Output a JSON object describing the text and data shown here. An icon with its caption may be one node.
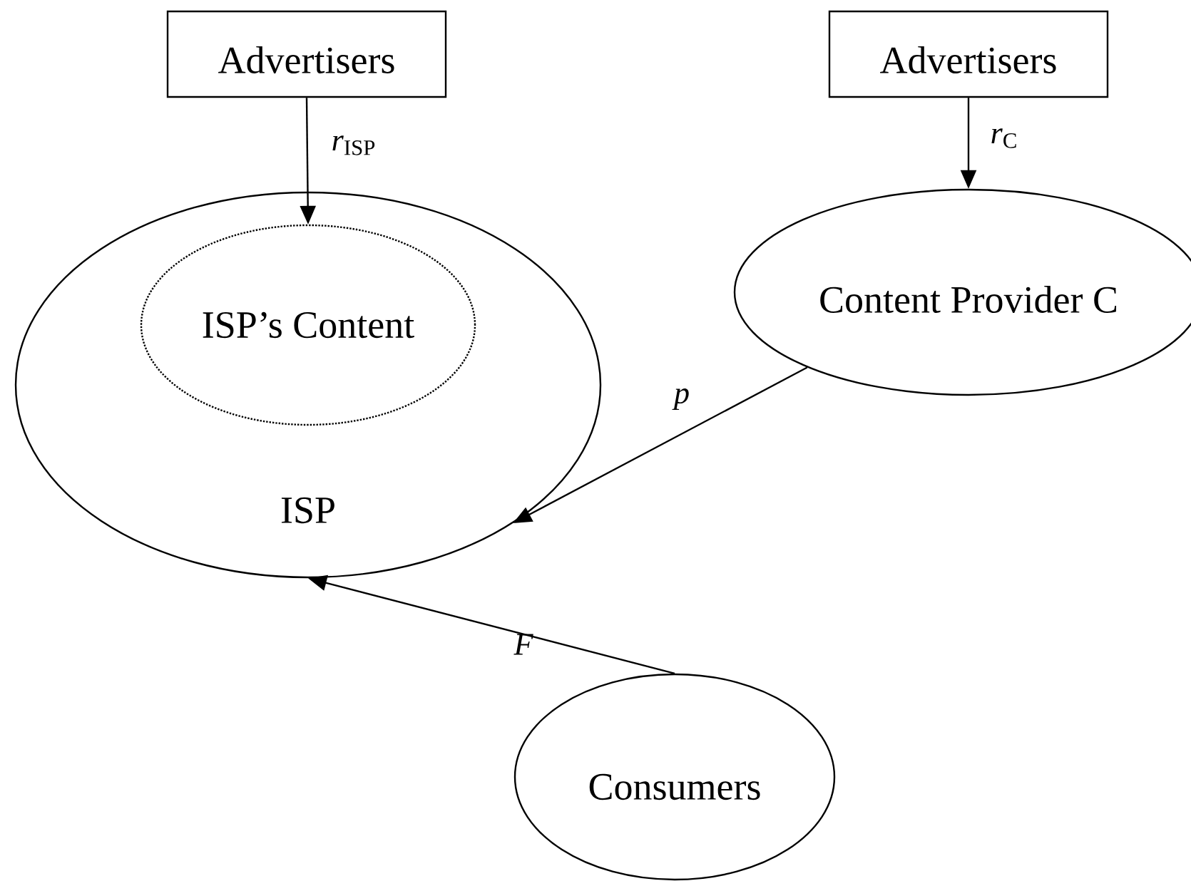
{
  "diagram": {
    "nodes": [
      {
        "text": [
          "Advertisers"
        ]
      },
      {
        "text": [
          "Advertisers"
        ]
      },
      {
        "text": [
          "ISP"
        ]
      },
      {
        "text": [
          "ISP’s Content"
        ],
        "in": 2
      },
      {
        "text": [
          "Content Provider C"
        ]
      },
      {
        "text": [
          "Consumers"
        ]
      }
    ],
    "edges": [
      {
        "from": 0,
        "to": 3,
        "arrow": "to",
        "label": "*r*$_{ISP}$"
      },
      {
        "from": 1,
        "to": 4,
        "arrow": "to",
        "label": "*r*$_{C}$"
      },
      {
        "from": 4,
        "to": 2,
        "arrow": "to",
        "label": "p"
      },
      {
        "from": 5,
        "to": 2,
        "arrow": "to",
        "label": "F"
      }
    ]
  }
}
